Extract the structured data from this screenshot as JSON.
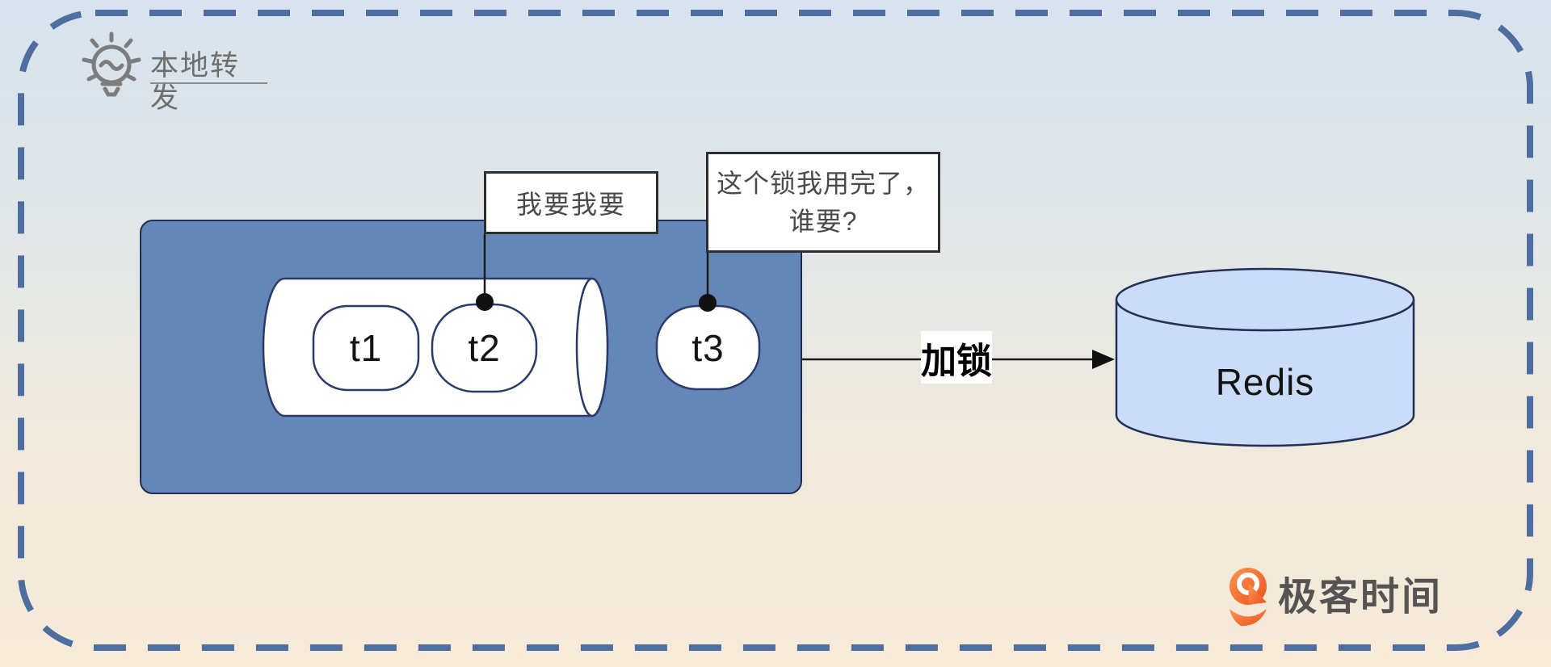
{
  "header": {
    "label": "本地转发",
    "icon": "lightbulb-icon"
  },
  "app_box": {
    "description_icon": "rounded-blue-container",
    "queue_threads": [
      "t1",
      "t2"
    ],
    "free_thread": "t3"
  },
  "threads": {
    "t1": "t1",
    "t2": "t2",
    "t3": "t3"
  },
  "callouts": {
    "t2_callout": {
      "text": "我要我要"
    },
    "t3_callout": {
      "lines": [
        "这个锁我用完了，",
        "谁要?"
      ]
    }
  },
  "arrow": {
    "label": "加锁"
  },
  "redis": {
    "label": "Redis"
  },
  "logo": {
    "text": "极客时间"
  },
  "colors": {
    "background_top": "#d8e3ee",
    "background_bottom": "#f6ead8",
    "dashed_border": "#4e6da1",
    "app_box_fill": "#6487b7",
    "app_box_stroke": "#1f2c55",
    "shape_stroke": "#2c3a6b",
    "redis_fill": "#cbdcf9",
    "redis_stroke": "#223057",
    "connector": "#1a1a1a",
    "logo_orange": "#f26322",
    "gray_text": "#6e6e6e"
  }
}
